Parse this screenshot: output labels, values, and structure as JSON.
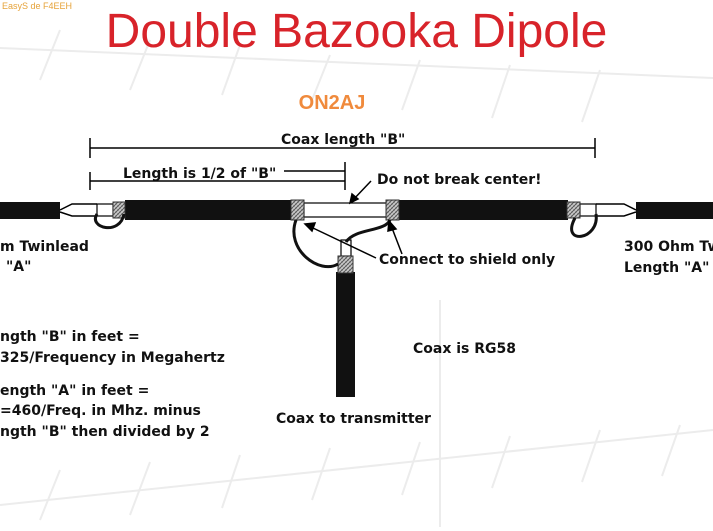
{
  "watermark": "EasyS de F4EEH",
  "title": "Double Bazooka Dipole",
  "subtitle": "ON2AJ",
  "labels": {
    "coax_length_b": "Coax length \"B\"",
    "half_b": "Length is  1/2 of \"B\"",
    "do_not_break": "Do not break center!",
    "twinlead_left_1": "m Twinlead",
    "twinlead_left_2": "\"A\"",
    "twinlead_right_1": "300 Ohm Tw",
    "twinlead_right_2": "Length \"A\"",
    "connect_shield": "Connect to shield only",
    "coax_type": "Coax is RG58",
    "formula_b_1": "ngth \"B\" in feet =",
    "formula_b_2": "325/Frequency in Megahertz",
    "formula_a_1": "ength \"A\" in feet =",
    "formula_a_2": "=460/Freq. in Mhz. minus",
    "formula_a_3": "ngth \"B\" then divided by 2",
    "coax_to_tx": "Coax to transmitter"
  },
  "colors": {
    "title": "#d8232a",
    "subtitle": "#f08a3c",
    "coax": "#111111",
    "shield_braid": "#777777"
  }
}
